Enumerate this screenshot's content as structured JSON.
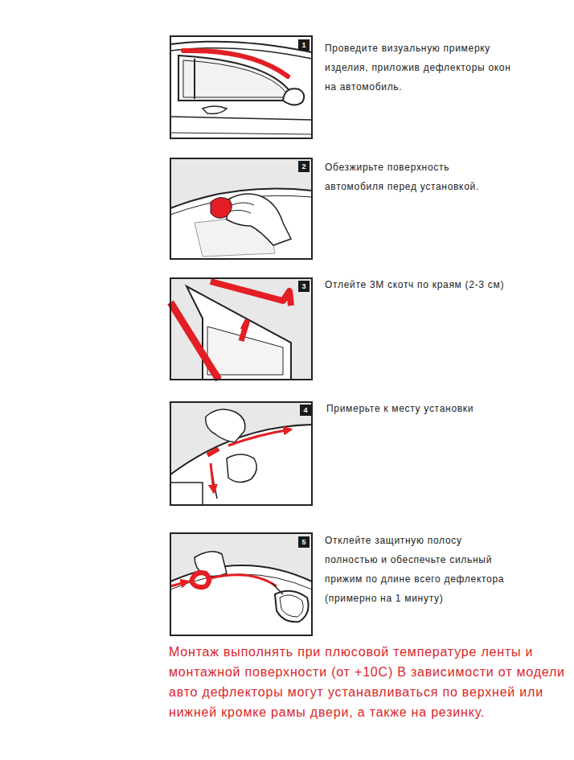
{
  "diagram": {
    "nodes": [
      {
        "text": [
          "1"
        ]
      },
      {
        "text": [
          "2"
        ]
      },
      {
        "text": [
          "3"
        ]
      },
      {
        "text": [
          "4"
        ]
      },
      {
        "text": [
          "5"
        ]
      }
    ],
    "labels": [
      "Проведите визуальную примерку изделия, приложив дефлекторы окон на автомобиль.",
      "Обезжирьте поверхность автомобиля перед установкой.",
      "Отлейте 3М скотч по краям (2-3 см)",
      "Примерьте к месту установки",
      "Отклейте защитную полосу полностью и обеспечьте сильный прижим по длине всего дефлектора (примерно на 1 минуту)",
      "Монтаж выполнять при плюсовой температуре ленты и монтажной поверхности (от +10С) В зависимости от модели авто дефлекторы могут устанавливаться по верхней или нижней кромке рамы двери, а также на резинку."
    ]
  }
}
